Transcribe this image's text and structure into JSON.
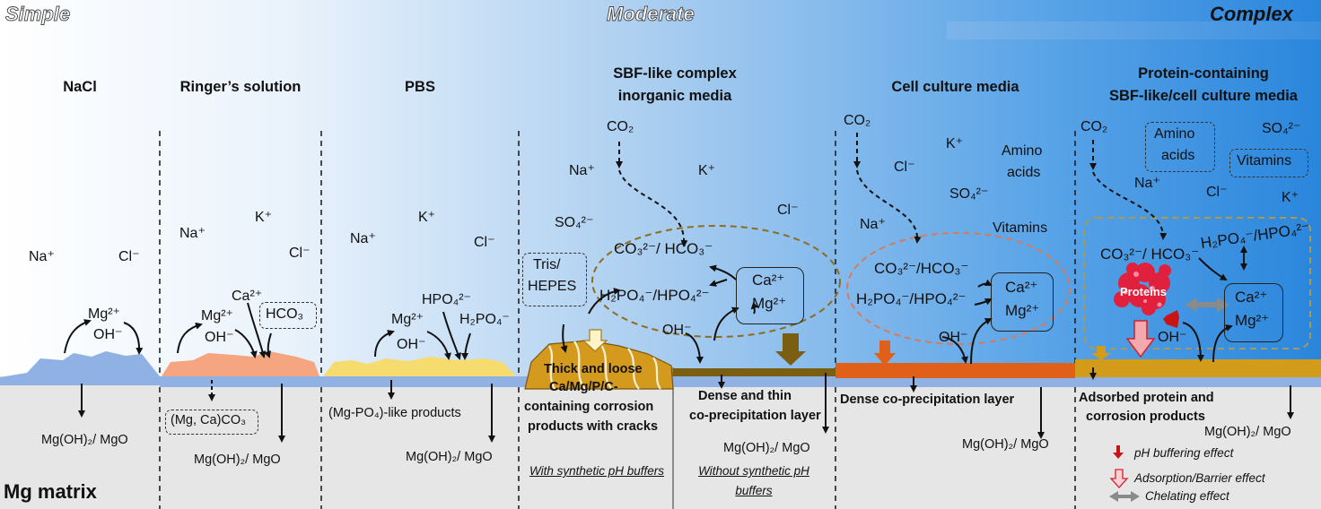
{
  "complexity": {
    "simple": "Simple",
    "moderate": "Moderate",
    "complex": "Complex"
  },
  "matrix_label": "Mg matrix",
  "panels": {
    "nacl": {
      "title": "NaCl",
      "ions": [
        "Na⁺",
        "Cl⁻",
        "Mg²⁺",
        "OH⁻"
      ],
      "product": "Mg(OH)₂/ MgO"
    },
    "ringer": {
      "title": "Ringer’s solution",
      "ions": [
        "Na⁺",
        "K⁺",
        "Cl⁻",
        "Ca²⁺",
        "Mg²⁺",
        "OH⁻"
      ],
      "box": "HCO₃",
      "product_box": "(Mg, Ca)CO₃",
      "product": "Mg(OH)₂/ MgO"
    },
    "pbs": {
      "title": "PBS",
      "ions": [
        "Na⁺",
        "K⁺",
        "Cl⁻",
        "HPO₄²⁻",
        "Mg²⁺",
        "OH⁻",
        "H₂PO₄⁻"
      ],
      "product_like": "(Mg-PO₄)-like products",
      "product": "Mg(OH)₂/ MgO"
    },
    "sbf": {
      "title_line1": "SBF-like complex",
      "title_line2": "inorganic media",
      "ions": [
        "CO₂",
        "Na⁺",
        "K⁺",
        "SO₄²⁻",
        "Cl⁻",
        "OH⁻"
      ],
      "buffer_line1": "Tris/",
      "buffer_line2": "HEPES",
      "eq1": "CO₃²⁻/ HCO₃⁻",
      "eq2": "H₂PO₄⁻/HPO₄²⁻",
      "cation1": "Ca²⁺",
      "cation2": "Mg²⁺",
      "thick_lines": [
        "Thick and loose",
        "Ca/Mg/P/C-",
        "containing corrosion",
        "products with cracks"
      ],
      "dense_lines": [
        "Dense and thin",
        "co-precipitation layer"
      ],
      "product": "Mg(OH)₂/ MgO",
      "with_buffers": "With synthetic pH buffers",
      "without_buffers_line1": "Without synthetic pH",
      "without_buffers_line2": "buffers"
    },
    "cell": {
      "title": "Cell culture media",
      "ions": [
        "CO₂",
        "K⁺",
        "Cl⁻",
        "Amino",
        "acids",
        "SO₄²⁻",
        "Na⁺",
        "Vitamins",
        "OH⁻"
      ],
      "eq1": "CO₃²⁻/HCO₃⁻",
      "eq2": "H₂PO₄⁻/HPO₄²⁻",
      "cation1": "Ca²⁺",
      "cation2": "Mg²⁺",
      "layer": "Dense co-precipitation layer",
      "product": "Mg(OH)₂/ MgO"
    },
    "protein": {
      "title_line1": "Protein-containing",
      "title_line2": "SBF-like/cell culture media",
      "ions": [
        "CO₂",
        "SO₄²⁻",
        "Na⁺",
        "Cl⁻",
        "K⁺",
        "OH⁻"
      ],
      "amino_line1": "Amino",
      "amino_line2": "acids",
      "vitamins": "Vitamins",
      "eq1": "CO₃²⁻/ HCO₃⁻",
      "eq2": "H₂PO₄⁻/HPO₄²⁻",
      "proteins": "Proteins",
      "cation1": "Ca²⁺",
      "cation2": "Mg²⁺",
      "layer_line1": "Adsorbed protein and",
      "layer_line2": "corrosion products",
      "product": "Mg(OH)₂/ MgO"
    }
  },
  "legend": {
    "ph": "pH buffering effect",
    "adsorption": "Adsorption/Barrier effect",
    "chelating": "Chelating effect"
  },
  "colors": {
    "mg_blue": "#8fb1e3",
    "salt_orange": "#f5a57f",
    "phosphate_yellow": "#f6dc6e",
    "product_gold": "#d49a1e",
    "thin_layer": "#7a5f12",
    "dense_orange": "#e0601a",
    "protein_gold": "#d39b1a",
    "protein_red": "#e0203c",
    "bg_blue": "#2f88de"
  }
}
